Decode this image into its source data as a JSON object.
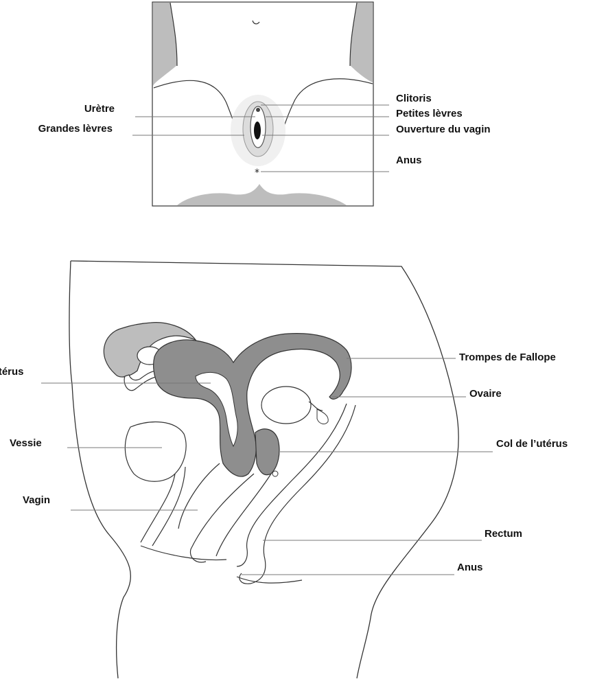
{
  "colors": {
    "tissue": "#bdbdbd",
    "uterus": "#8e8e8e",
    "line": "#2a2a2a",
    "leader": "#777777"
  },
  "external_view": {
    "labels": {
      "uretre": "Urètre",
      "grandes_levres": "Grandes lèvres",
      "clitoris": "Clitoris",
      "petites_levres": "Petites lèvres",
      "ouverture_vagin": "Ouverture du vagin",
      "anus": "Anus"
    }
  },
  "internal_view": {
    "labels": {
      "uterus": "Utérus",
      "vessie": "Vessie",
      "vagin": "Vagin",
      "trompes": "Trompes de Fallope",
      "ovaire": "Ovaire",
      "col": "Col de l’utérus",
      "rectum": "Rectum",
      "anus": "Anus"
    }
  }
}
